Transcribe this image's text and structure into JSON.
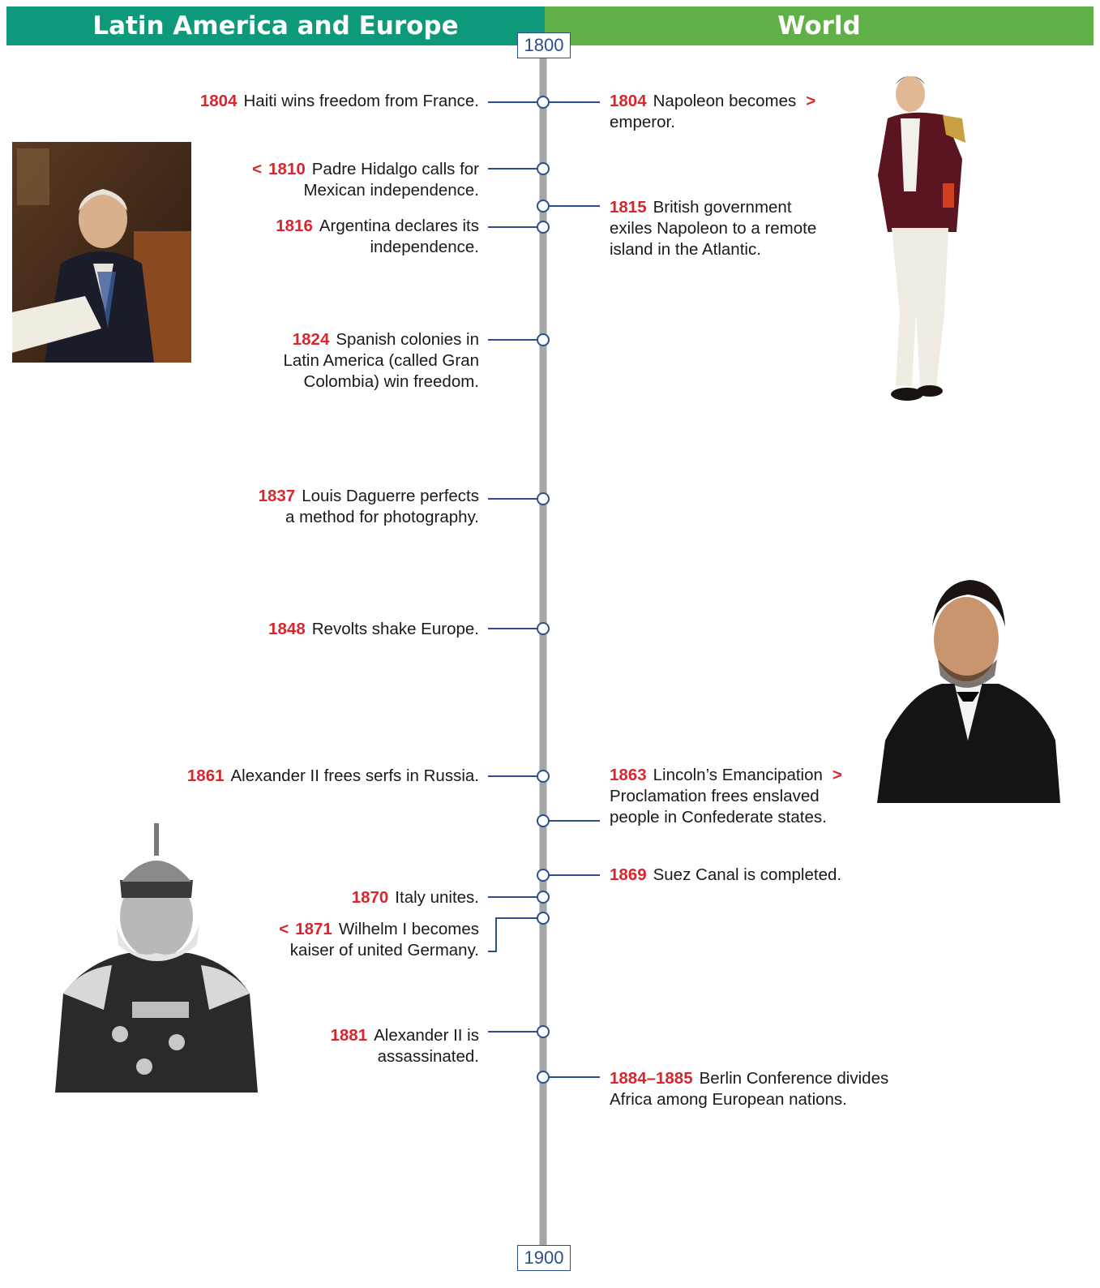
{
  "headers": {
    "left": "Latin America and Europe",
    "right": "World"
  },
  "years": {
    "start": "1800",
    "end": "1900"
  },
  "colors": {
    "left_header": "#0e9a7a",
    "right_header": "#5fb046",
    "axis": "#a6a6a6",
    "connector": "#2d4e8e",
    "year_text": "#d9252e"
  },
  "events_left": [
    {
      "year": "1804",
      "text": "Haiti wins freedom from France."
    },
    {
      "year": "1810",
      "text": "Padre Hidalgo calls for",
      "text2": "Mexican independence.",
      "arrow": "<"
    },
    {
      "year": "1816",
      "text": "Argentina declares its",
      "text2": "independence."
    },
    {
      "year": "1824",
      "text": "Spanish colonies in",
      "text2": "Latin America (called Gran",
      "text3": "Colombia) win freedom."
    },
    {
      "year": "1837",
      "text": "Louis Daguerre perfects",
      "text2": "a method for photography."
    },
    {
      "year": "1848",
      "text": "Revolts shake Europe."
    },
    {
      "year": "1861",
      "text": "Alexander II frees serfs in Russia."
    },
    {
      "year": "1870",
      "text": "Italy unites."
    },
    {
      "year": "1871",
      "text": "Wilhelm I  becomes",
      "text2": "kaiser of united Germany.",
      "arrow": "<"
    },
    {
      "year": "1881",
      "text": "Alexander II is",
      "text2": "assassinated."
    }
  ],
  "events_right": [
    {
      "year": "1804",
      "text": "Napoleon becomes",
      "text2": "emperor.",
      "arrow": ">"
    },
    {
      "year": "1815",
      "text": "British government",
      "text2": "exiles Napoleon to a remote",
      "text3": "island in the Atlantic."
    },
    {
      "year": "1863",
      "text": "Lincoln’s Emancipation",
      "text2": "Proclamation frees enslaved",
      "text3": "people in Confederate states.",
      "arrow": ">"
    },
    {
      "year": "1869",
      "text": "Suez Canal is completed."
    },
    {
      "year": "1884–1885",
      "text": "Berlin Conference divides",
      "text2": "Africa among European nations."
    }
  ]
}
